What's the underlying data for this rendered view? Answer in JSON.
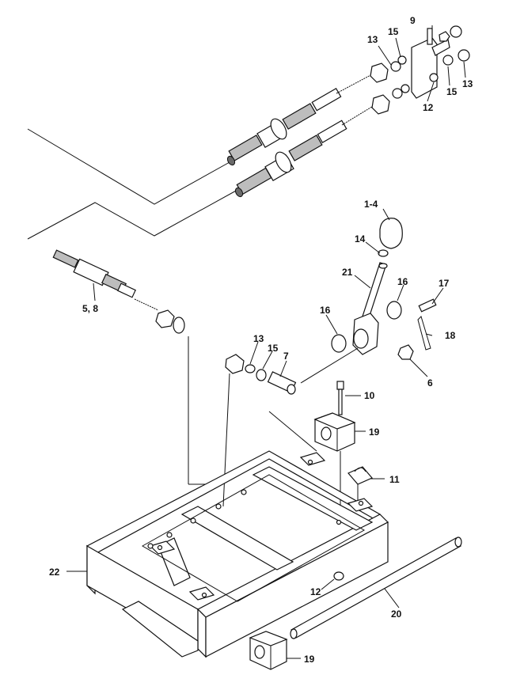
{
  "labels": {
    "l9": "9",
    "l13a": "13",
    "l15a": "15",
    "l13b": "13",
    "l15b": "15",
    "l12a": "12",
    "l1_4": "1-4",
    "l14": "14",
    "l21": "21",
    "l16a": "16",
    "l17": "17",
    "l16b": "16",
    "l18": "18",
    "l6": "6",
    "l5_8": "5, 8",
    "l13c": "13",
    "l15c": "15",
    "l7": "7",
    "l10": "10",
    "l19a": "19",
    "l11": "11",
    "l22": "22",
    "l12b": "12",
    "l20": "20",
    "l19b": "19"
  }
}
